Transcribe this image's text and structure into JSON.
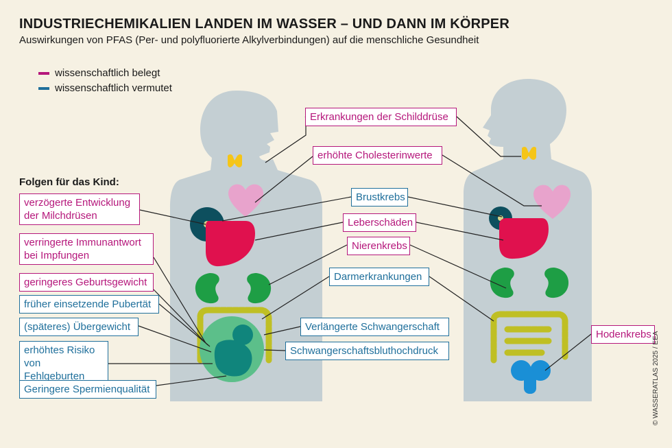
{
  "title": "INDUSTRIECHEMIKALIEN LANDEN IM WASSER – UND DANN IM KÖRPER",
  "subtitle": "Auswirkungen von PFAS (Per- und polyfluorierte Alkylverbindungen) auf die menschliche Gesundheit",
  "legend": [
    {
      "label": "wissenschaftlich belegt",
      "color": "#b5177b"
    },
    {
      "label": "wissenschaftlich vermutet",
      "color": "#1f6f9b"
    }
  ],
  "kind_heading": "Folgen für das Kind:",
  "kind_labels": [
    {
      "text": "verzögerte Entwicklung\nder Milchdrüsen",
      "status": "belegt"
    },
    {
      "text": "verringerte Immunantwort\nbei Impfungen",
      "status": "belegt"
    },
    {
      "text": "geringeres Geburtsgewicht",
      "status": "belegt"
    },
    {
      "text": "früher einsetzende Pubertät",
      "status": "vermutet"
    },
    {
      "text": "(späteres) Übergewicht",
      "status": "vermutet"
    },
    {
      "text": "erhöhtes Risiko\nvon Fehlgeburten",
      "status": "vermutet"
    },
    {
      "text": "Geringere Spermienqualität",
      "status": "vermutet"
    }
  ],
  "center_labels": [
    {
      "text": "Erkrankungen der Schilddrüse",
      "status": "belegt"
    },
    {
      "text": "erhöhte Cholesterinwerte",
      "status": "belegt"
    },
    {
      "text": "Brustkrebs",
      "status": "vermutet"
    },
    {
      "text": "Leberschäden",
      "status": "belegt"
    },
    {
      "text": "Nierenkrebs",
      "status": "belegt"
    },
    {
      "text": "Darmerkrankungen",
      "status": "vermutet"
    },
    {
      "text": "Verlängerte Schwangerschaft",
      "status": "vermutet"
    },
    {
      "text": "Schwangerschaftsbluthochdruck",
      "status": "vermutet"
    }
  ],
  "right_labels": [
    {
      "text": "Hodenkrebs",
      "status": "belegt"
    }
  ],
  "colors": {
    "belegt": "#b5177b",
    "vermutet": "#1f6f9b",
    "body": "#c4cfd3",
    "thyroid": "#f5c518",
    "heart": "#e8a3cc",
    "breast": "#0d4f5e",
    "liver": "#e0114e",
    "kidney": "#1e9e45",
    "intestine": "#bfbf24",
    "fetus": "#10857c",
    "uterus": "#5cbf8a",
    "testes": "#1a8fd6"
  },
  "copyright": "© WASSERATLAS 2025 / EEA"
}
